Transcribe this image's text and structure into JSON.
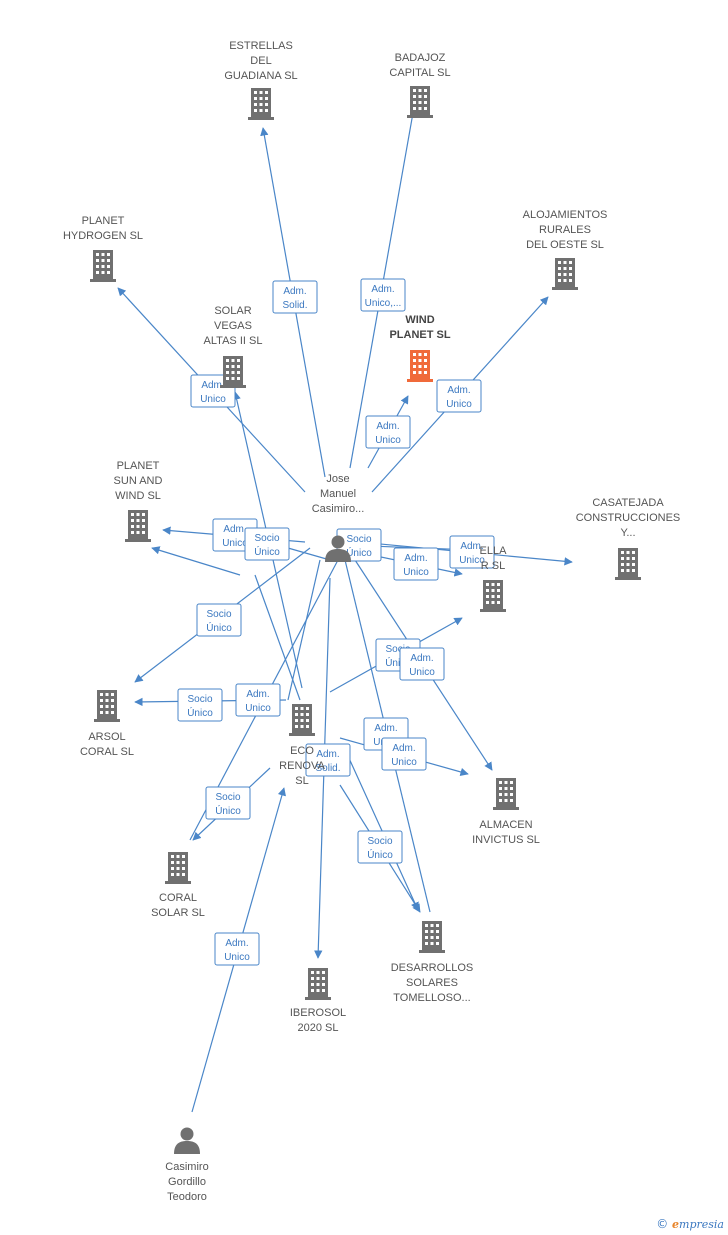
{
  "colors": {
    "edge": "#4a86c8",
    "building": "#707070",
    "focus_building": "#f06a3a",
    "person": "#707070"
  },
  "nodes": [
    {
      "id": "estrellas",
      "kind": "company",
      "lines": [
        "ESTRELLAS",
        "DEL",
        "GUADIANA  SL"
      ]
    },
    {
      "id": "badajoz",
      "kind": "company",
      "lines": [
        "BADAJOZ",
        "CAPITAL  SL"
      ]
    },
    {
      "id": "planet_hydrogen",
      "kind": "company",
      "lines": [
        "PLANET",
        "HYDROGEN  SL"
      ]
    },
    {
      "id": "alojamientos",
      "kind": "company",
      "lines": [
        "ALOJAMIENTOS",
        "RURALES",
        "DEL OESTE SL"
      ]
    },
    {
      "id": "solar_vegas",
      "kind": "company",
      "lines": [
        "SOLAR",
        "VEGAS",
        "ALTAS II  SL"
      ]
    },
    {
      "id": "wind_planet",
      "kind": "company",
      "focus": true,
      "lines": [
        "WIND",
        "PLANET  SL"
      ]
    },
    {
      "id": "jose",
      "kind": "person",
      "lines": [
        "Jose",
        "Manuel",
        "Casimiro..."
      ]
    },
    {
      "id": "planet_sun",
      "kind": "company",
      "lines": [
        "PLANET",
        "SUN AND",
        "WIND  SL"
      ]
    },
    {
      "id": "casatejada",
      "kind": "company",
      "lines": [
        "CASATEJADA",
        "CONSTRUCCIONES",
        "Y..."
      ]
    },
    {
      "id": "estrella_solar",
      "kind": "company",
      "lines": [
        "ELLA",
        "R  SL"
      ]
    },
    {
      "id": "arsol",
      "kind": "company",
      "lines": [
        "ARSOL",
        "CORAL  SL"
      ]
    },
    {
      "id": "eco",
      "kind": "company",
      "lines": [
        "ECO",
        "RENOVA",
        "SL"
      ]
    },
    {
      "id": "almacen",
      "kind": "company",
      "lines": [
        "ALMACEN",
        "INVICTUS  SL"
      ]
    },
    {
      "id": "coral_solar",
      "kind": "company",
      "lines": [
        "CORAL",
        "SOLAR  SL"
      ]
    },
    {
      "id": "desarrollos",
      "kind": "company",
      "lines": [
        "DESARROLLOS",
        "SOLARES",
        "TOMELLOSO..."
      ]
    },
    {
      "id": "iberosol",
      "kind": "company",
      "lines": [
        "IBEROSOL",
        "2020  SL"
      ]
    },
    {
      "id": "casimiro",
      "kind": "person",
      "lines": [
        "Casimiro",
        "Gordillo",
        "Teodoro"
      ]
    }
  ],
  "edge_labels": [
    {
      "id": "e1",
      "lines": [
        "Adm.",
        "Solid."
      ]
    },
    {
      "id": "e2",
      "lines": [
        "Adm.",
        "Unico,..."
      ]
    },
    {
      "id": "e3",
      "lines": [
        "Adm.",
        "Unico"
      ]
    },
    {
      "id": "e4",
      "lines": [
        "Adm.",
        "Unico"
      ]
    },
    {
      "id": "e5",
      "lines": [
        "Adm.",
        "Unico"
      ]
    },
    {
      "id": "e6",
      "lines": [
        "Adm.",
        "Unico"
      ]
    },
    {
      "id": "e7",
      "lines": [
        "Socio",
        "Único"
      ]
    },
    {
      "id": "e8",
      "lines": [
        "Socio",
        "Único"
      ]
    },
    {
      "id": "e9",
      "lines": [
        "Adm.",
        "Unico"
      ]
    },
    {
      "id": "e10",
      "lines": [
        "Adm.",
        "Unico"
      ]
    },
    {
      "id": "e11",
      "lines": [
        "Socio",
        "Único"
      ]
    },
    {
      "id": "e12",
      "lines": [
        "Socio",
        "Único"
      ]
    },
    {
      "id": "e13",
      "lines": [
        "Adm.",
        "Unico"
      ]
    },
    {
      "id": "e14",
      "lines": [
        "Adm.",
        "Unico"
      ]
    },
    {
      "id": "e15",
      "lines": [
        "Socio",
        "Único"
      ]
    },
    {
      "id": "e16",
      "lines": [
        "Adm.",
        "Unico"
      ]
    },
    {
      "id": "e17",
      "lines": [
        "Adm.",
        "Unico"
      ]
    },
    {
      "id": "e18",
      "lines": [
        "Adm.",
        "Solid."
      ]
    },
    {
      "id": "e19",
      "lines": [
        "Socio",
        "Único"
      ]
    },
    {
      "id": "e20",
      "lines": [
        "Socio",
        "Único"
      ]
    },
    {
      "id": "e21",
      "lines": [
        "Adm.",
        "Unico"
      ]
    }
  ],
  "footer": {
    "copyright": "©",
    "brand_initial": "e",
    "brand_rest": "mpresia"
  }
}
